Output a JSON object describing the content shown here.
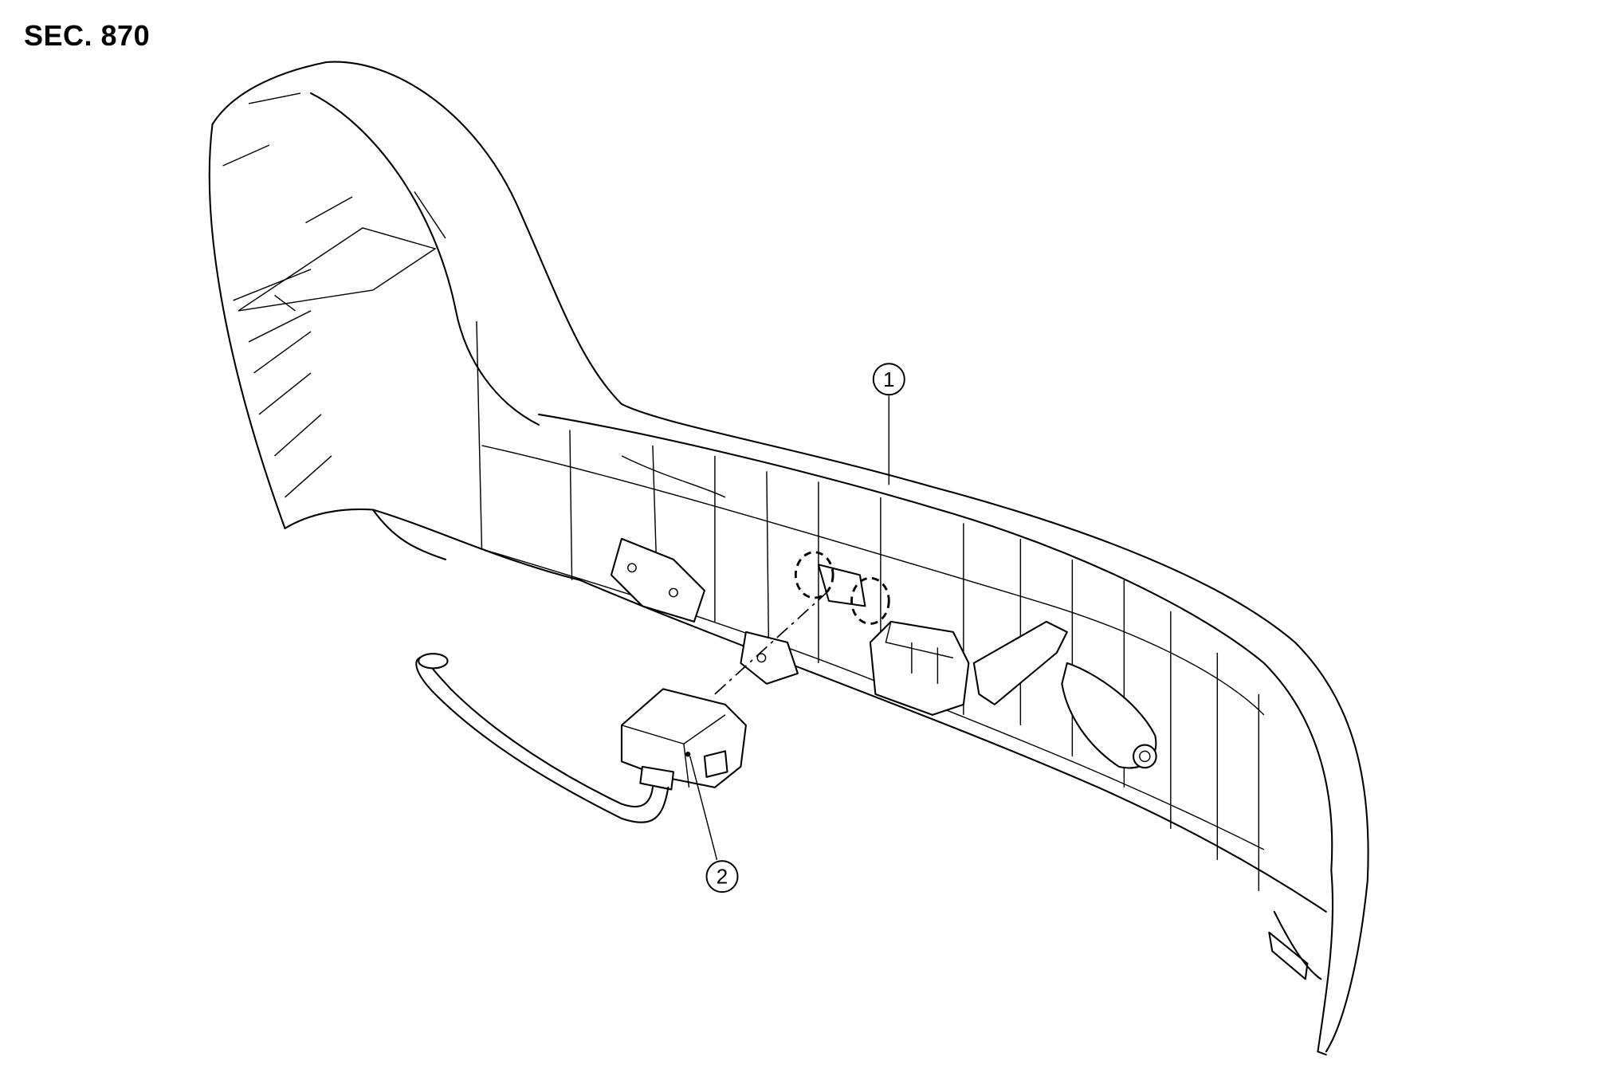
{
  "section_label": "SEC. 870",
  "callouts": [
    {
      "number": "1",
      "part": "console-trim"
    },
    {
      "number": "2",
      "part": "switch-assembly"
    }
  ]
}
